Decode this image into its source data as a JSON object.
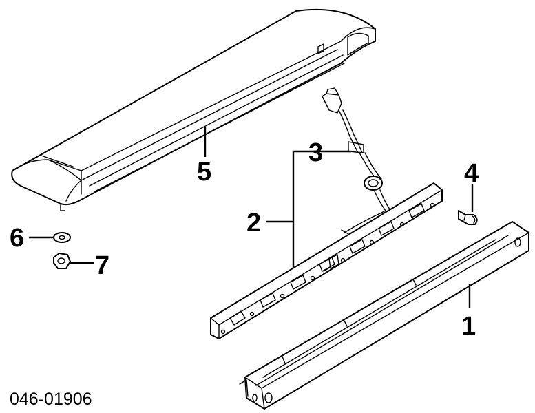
{
  "diagram": {
    "code": "046-01906",
    "callouts": [
      {
        "id": "1",
        "label": "1"
      },
      {
        "id": "2",
        "label": "2"
      },
      {
        "id": "3",
        "label": "3"
      },
      {
        "id": "4",
        "label": "4"
      },
      {
        "id": "5",
        "label": "5"
      },
      {
        "id": "6",
        "label": "6"
      },
      {
        "id": "7",
        "label": "7"
      }
    ]
  }
}
